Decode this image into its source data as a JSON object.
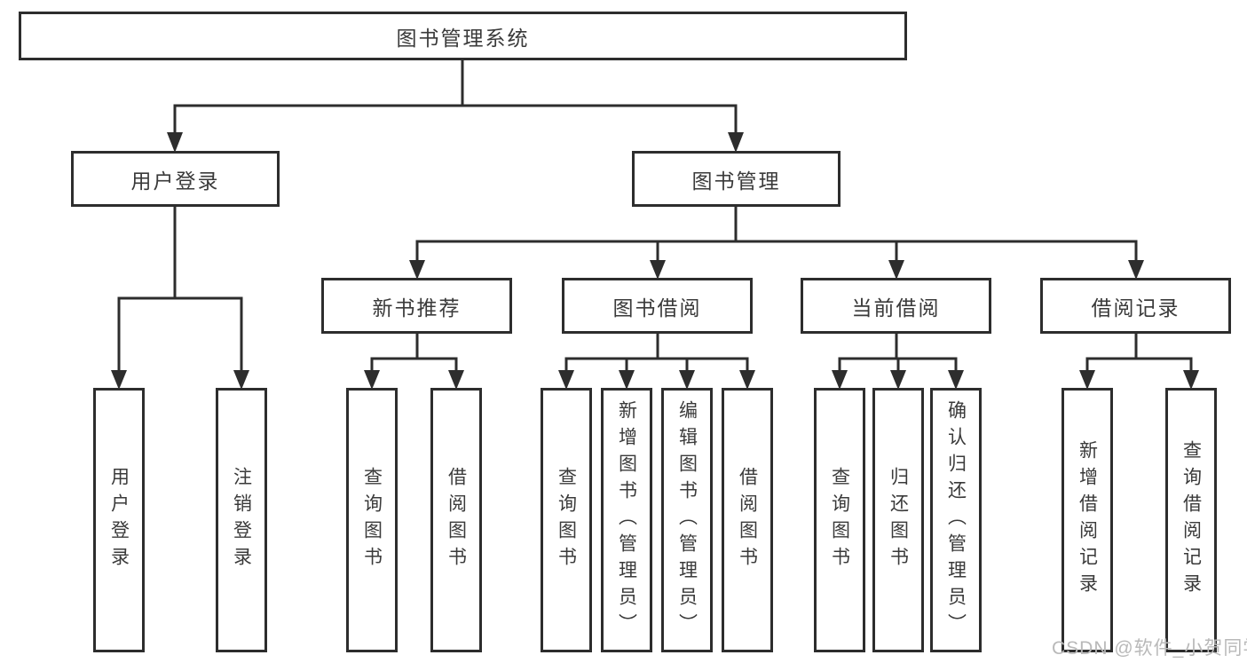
{
  "diagram_type": "hierarchy-tree",
  "colors": {
    "line": "#2d2d2d",
    "border": "#2d2d2d",
    "text": "#3a3a3a",
    "background": "#ffffff",
    "watermark": "#b9b9b9"
  },
  "nodes": {
    "root": "图书管理系统",
    "level2": [
      {
        "label": "用户登录",
        "parent": "图书管理系统"
      },
      {
        "label": "图书管理",
        "parent": "图书管理系统"
      }
    ],
    "level3": [
      {
        "label": "新书推荐",
        "parent": "图书管理"
      },
      {
        "label": "图书借阅",
        "parent": "图书管理"
      },
      {
        "label": "当前借阅",
        "parent": "图书管理"
      },
      {
        "label": "借阅记录",
        "parent": "图书管理"
      }
    ],
    "leaves": [
      {
        "label": "用户登录",
        "parent": "用户登录"
      },
      {
        "label": "注销登录",
        "parent": "用户登录"
      },
      {
        "label": "查询图书",
        "parent": "新书推荐"
      },
      {
        "label": "借阅图书",
        "parent": "新书推荐"
      },
      {
        "label": "查询图书",
        "parent": "图书借阅"
      },
      {
        "label": "新增图书（管理员）",
        "parent": "图书借阅"
      },
      {
        "label": "编辑图书（管理员）",
        "parent": "图书借阅"
      },
      {
        "label": "借阅图书",
        "parent": "图书借阅"
      },
      {
        "label": "查询图书",
        "parent": "当前借阅"
      },
      {
        "label": "归还图书",
        "parent": "当前借阅"
      },
      {
        "label": "确认归还（管理员）",
        "parent": "当前借阅"
      },
      {
        "label": "新增借阅记录",
        "parent": "借阅记录"
      },
      {
        "label": "查询借阅记录",
        "parent": "借阅记录"
      }
    ]
  },
  "watermark": "CSDN @软件_小贺同学"
}
